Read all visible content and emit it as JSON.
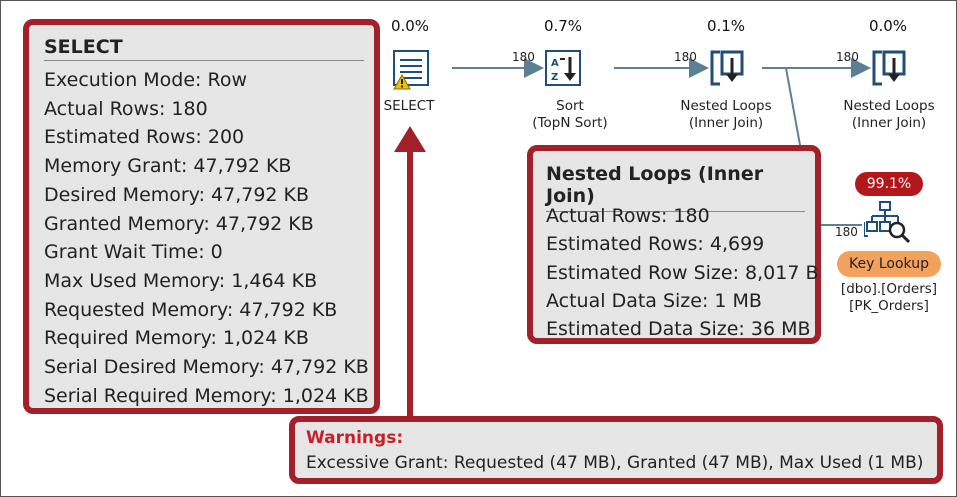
{
  "select_tooltip": {
    "title": "SELECT",
    "rows": [
      "Execution Mode:  Row",
      "Actual Rows:  180",
      "Estimated Rows:  200",
      "Memory Grant:  47,792 KB",
      "Desired Memory:  47,792 KB",
      "Granted Memory:  47,792 KB",
      "Grant Wait Time:  0",
      "Max Used Memory:  1,464 KB",
      "Requested Memory:  47,792 KB",
      "Required Memory:  1,024 KB",
      "Serial Desired Memory:  47,792 KB",
      "Serial Required Memory:  1,024 KB"
    ]
  },
  "nested_loops_tooltip": {
    "title": "Nested Loops (Inner Join)",
    "rows": [
      "Actual Rows:  180",
      "Estimated Rows:  4,699",
      "Estimated Row Size:  8,017 B",
      "Actual Data Size:  1 MB",
      "Estimated Data Size:  36 MB"
    ]
  },
  "warnings": {
    "title": "Warnings:",
    "message": "Excessive Grant: Requested (47 MB), Granted (47 MB), Max Used (1 MB)"
  },
  "plan": {
    "select_op": {
      "cost": "0.0%",
      "label": "SELECT"
    },
    "sort_op": {
      "cost": "0.7%",
      "label1": "Sort",
      "label2": "(TopN Sort)",
      "rows_in": "180"
    },
    "nested_loops_1": {
      "cost": "0.1%",
      "label1": "Nested Loops",
      "label2": "(Inner Join)",
      "rows_in": "180"
    },
    "nested_loops_2": {
      "cost": "0.0%",
      "label1": "Nested Loops",
      "label2": "(Inner Join)",
      "rows_in": "180"
    },
    "key_lookup": {
      "cost": "99.1%",
      "badge": "Key Lookup",
      "label1": "[dbo].[Orders]",
      "label2": "[PK_Orders]",
      "rows_in": "180"
    }
  },
  "colors": {
    "accent_red": "#a3202b",
    "warning_text": "#c8202a",
    "cost_badge": "#b3171c",
    "key_lookup_badge": "#f5a15e",
    "arrow": "#5b7f94"
  }
}
